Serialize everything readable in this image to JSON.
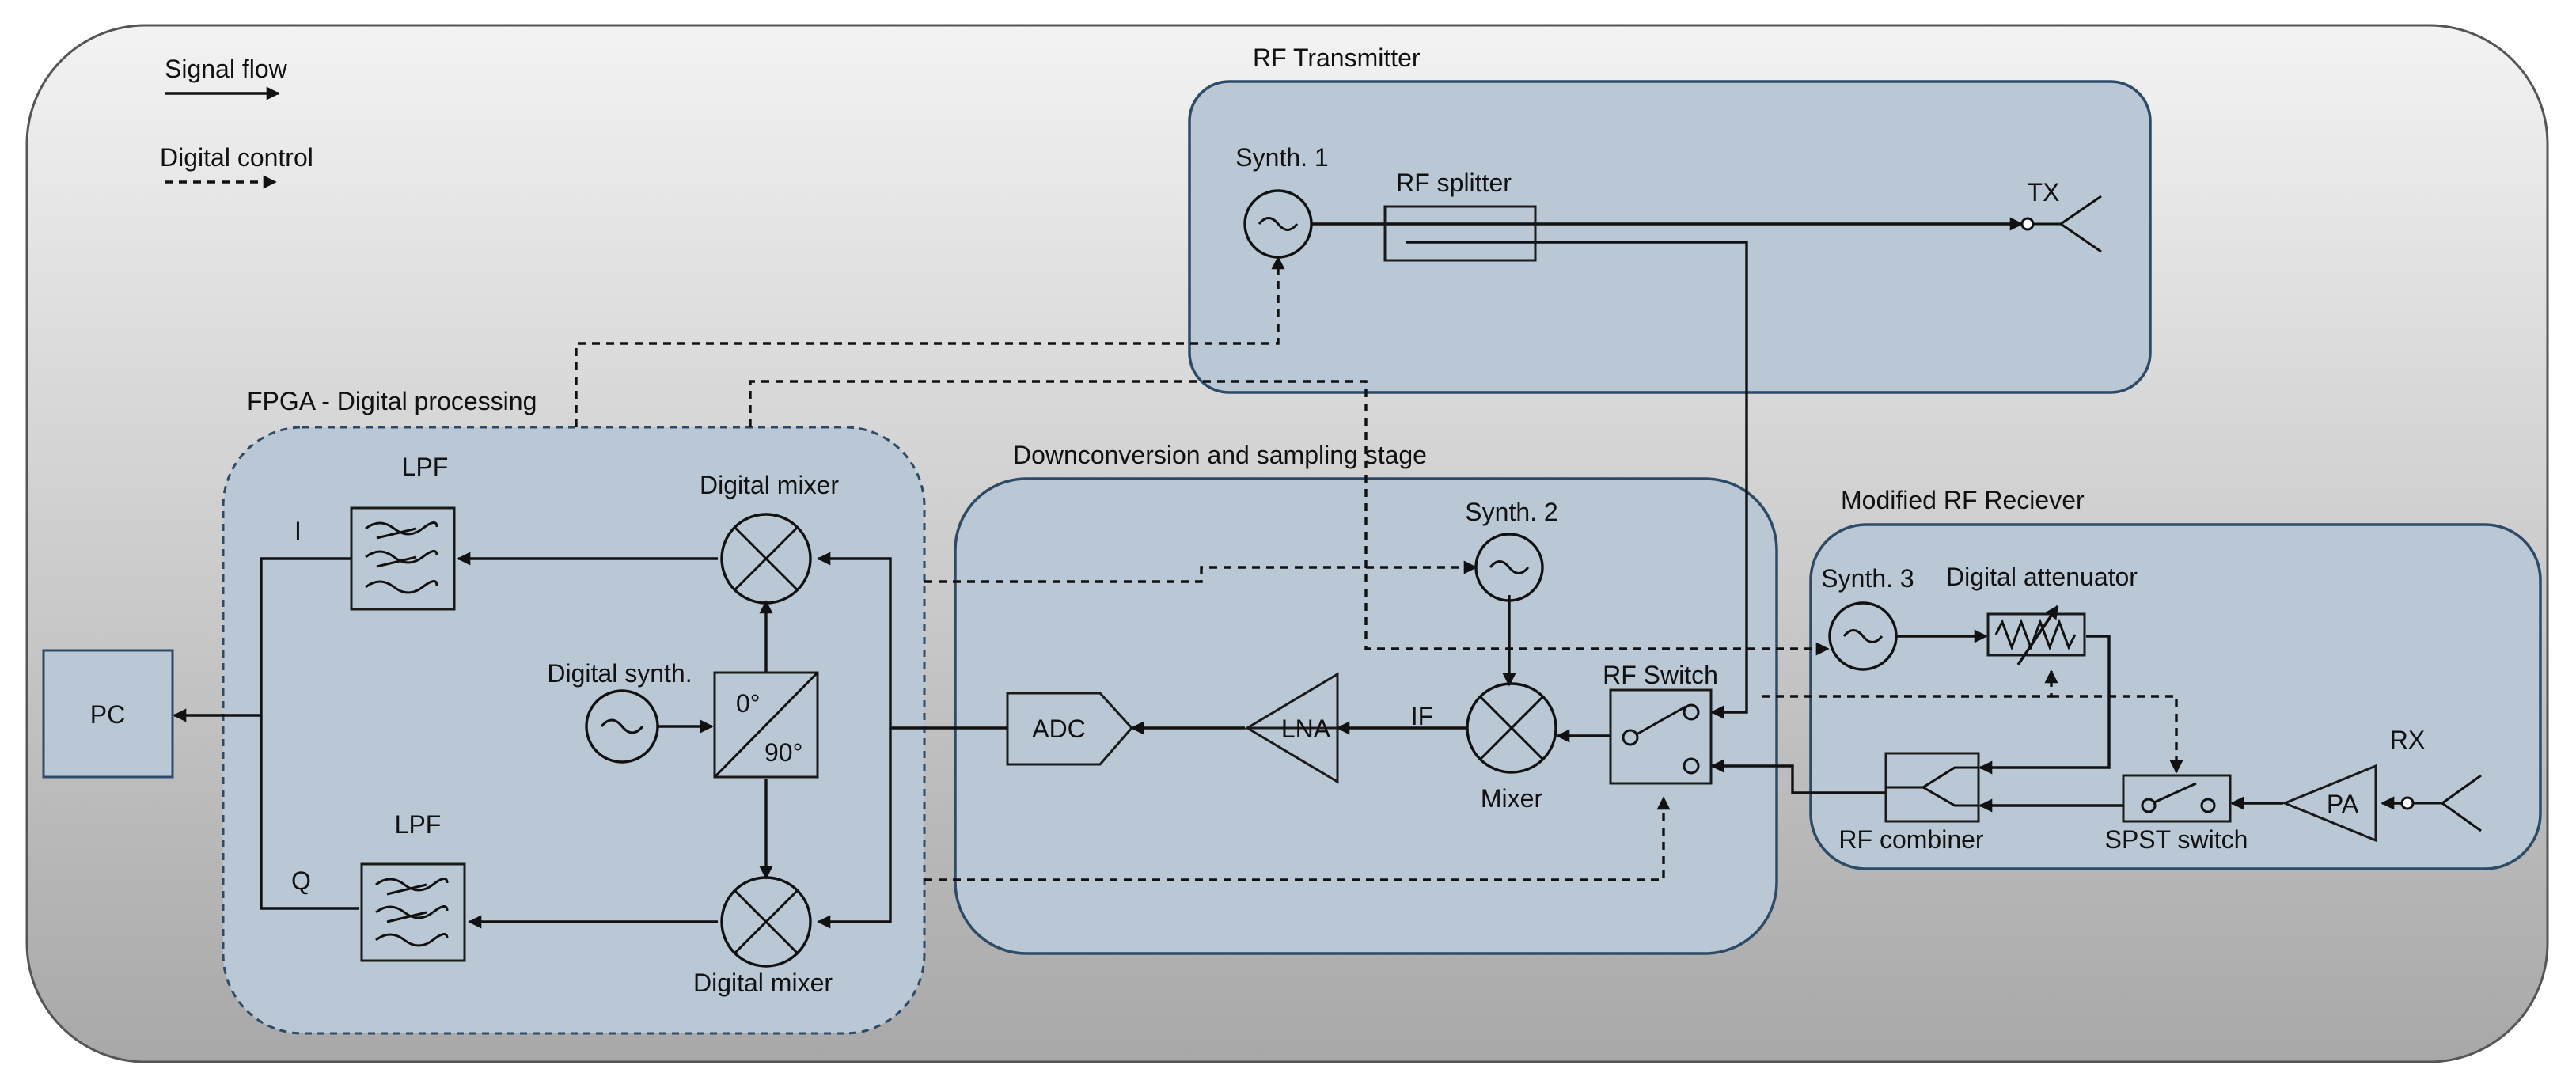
{
  "legend": {
    "signal_flow": "Signal flow",
    "digital_control": "Digital control"
  },
  "regions": {
    "fpga": "FPGA - Digital processing",
    "downconversion": "Downconversion and sampling stage",
    "transmitter": "RF Transmitter",
    "receiver": "Modified RF Reciever"
  },
  "blocks": {
    "pc": "PC",
    "lpf_top": "LPF",
    "lpf_bottom": "LPF",
    "i_label": "I",
    "q_label": "Q",
    "digital_mixer_top": "Digital mixer",
    "digital_mixer_bottom": "Digital mixer",
    "digital_synth": "Digital synth.",
    "phase_0": "0°",
    "phase_90": "90°",
    "adc": "ADC",
    "lna": "LNA",
    "if_label": "IF",
    "mixer": "Mixer",
    "synth2": "Synth. 2",
    "rf_switch": "RF Switch",
    "synth1": "Synth. 1",
    "rf_splitter": "RF splitter",
    "tx": "TX",
    "synth3": "Synth. 3",
    "digital_attenuator": "Digital attenuator",
    "rf_combiner": "RF combiner",
    "spst_switch": "SPST switch",
    "pa": "PA",
    "rx": "RX"
  },
  "colors": {
    "panel_top": "#f2f2f2",
    "panel_bottom": "#a9a9a9",
    "region_fill": "#b9c8d4",
    "region_stroke": "#2d4a66",
    "block_fill": "#b9c8d4"
  }
}
